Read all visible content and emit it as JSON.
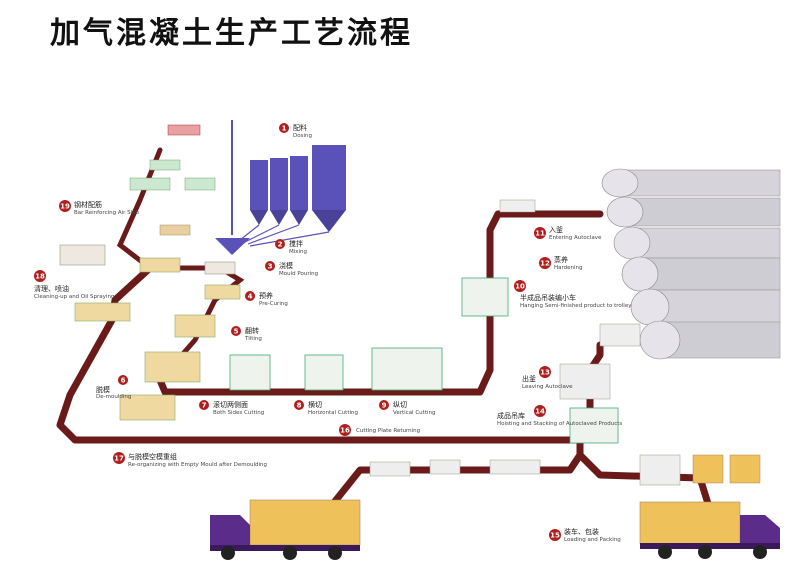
{
  "title": "加气混凝土生产工艺流程",
  "steps": [
    {
      "n": "1",
      "zh": "配料",
      "en": "Dosing"
    },
    {
      "n": "2",
      "zh": "搅拌",
      "en": "Mixing"
    },
    {
      "n": "3",
      "zh": "浇模",
      "en": "Mould Pouring"
    },
    {
      "n": "4",
      "zh": "预养",
      "en": "Pre-Curing"
    },
    {
      "n": "5",
      "zh": "翻转",
      "en": "Tilting"
    },
    {
      "n": "6",
      "zh": "脱模",
      "en": "De-moulding"
    },
    {
      "n": "7",
      "zh": "滚切两侧面",
      "en": "Both Sides Cutting"
    },
    {
      "n": "8",
      "zh": "横切",
      "en": "Horizontal Cutting"
    },
    {
      "n": "9",
      "zh": "纵切",
      "en": "Vertical Cutting"
    },
    {
      "n": "10",
      "zh": "半成品吊装编小车",
      "en": "Hanging Semi-finished product to trolley"
    },
    {
      "n": "11",
      "zh": "入釜",
      "en": "Entering Autoclave"
    },
    {
      "n": "12",
      "zh": "蒸养",
      "en": "Hardening"
    },
    {
      "n": "13",
      "zh": "出釜",
      "en": "Leaving Autoclave"
    },
    {
      "n": "14",
      "zh": "成品吊库",
      "en": "Hoisting and Stacking of Autoclaved Products"
    },
    {
      "n": "15",
      "zh": "装车、包装",
      "en": "Loading and Packing"
    },
    {
      "n": "16",
      "zh": "",
      "en": "Cutting Plate Returning"
    },
    {
      "n": "17",
      "zh": "与脱模空模重组",
      "en": "Re-organizing with Empty Mould after Demoulding"
    },
    {
      "n": "18",
      "zh": "清理、喷油",
      "en": "Cleaning-up and Oil Spraying"
    },
    {
      "n": "19",
      "zh": "钢材配筋",
      "en": "Bar Reinforcing Air Slab"
    }
  ],
  "colors": {
    "track": "#6b1a1a",
    "badge": "#b01e1e",
    "silo": "#5a52b8",
    "autoclave": "#cfcdd4",
    "block": "#f0d9a0",
    "truck": "#5b2c8a",
    "cargo": "#eec15b"
  }
}
